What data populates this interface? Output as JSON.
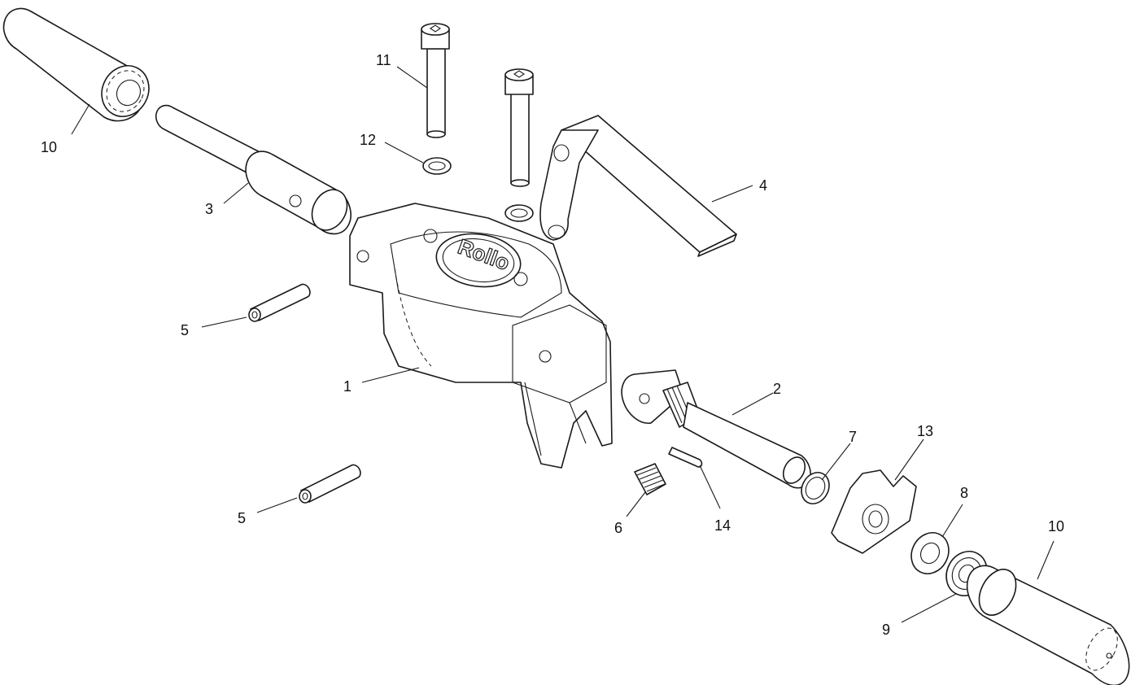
{
  "diagram": {
    "logo_text": "Rollo",
    "callouts": {
      "c1": "1",
      "c2": "2",
      "c3": "3",
      "c4": "4",
      "c5a": "5",
      "c5b": "5",
      "c6": "6",
      "c7": "7",
      "c8": "8",
      "c9": "9",
      "c10a": "10",
      "c10b": "10",
      "c11": "11",
      "c12": "12",
      "c13": "13",
      "c14": "14"
    }
  }
}
